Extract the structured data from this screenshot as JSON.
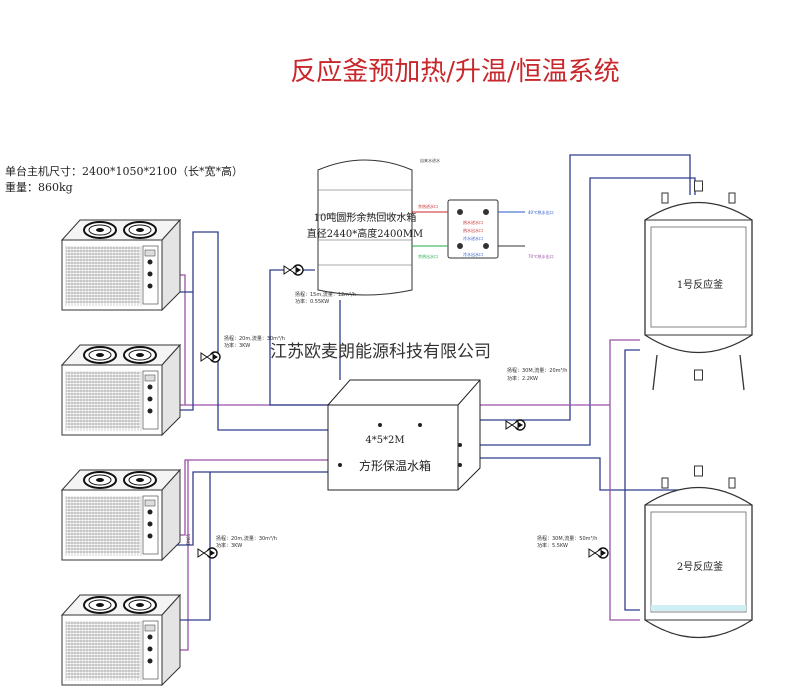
{
  "title": "反应釜预加热/升温/恒温系统",
  "specs": {
    "size": "单台主机尺寸：2400*1050*2100（长*宽*高）",
    "weight": "重量：860kg"
  },
  "recovery_tank": {
    "line1": "10吨圆形余热回收水箱",
    "line2": "直径2440*高度2400MM"
  },
  "square_tank": {
    "dims": "4*5*2M",
    "name": "方形保温水箱"
  },
  "reactors": {
    "r1": "1号反应釜",
    "r2": "2号反应釜"
  },
  "watermark": "江苏欧麦朗能源科技有限公司",
  "pumps": {
    "p_recovery": {
      "l1": "扬程：15m,流量：12m³/h",
      "l2": "功率：0.55KW"
    },
    "p_unit": {
      "l1": "扬程：20m,流量：30m³/h",
      "l2": "功率：3KW"
    },
    "p_reactor1": {
      "l1": "扬程：30M,流量：20m³/h",
      "l2": "功率：2.2KW"
    },
    "p_unit_low": {
      "l1": "扬程：20m,流量：30m³/h",
      "l2": "功率：3KW"
    },
    "p_reactor2": {
      "l1": "扬程：30M,流量：50m³/h",
      "l2": "功率：5.5KW"
    }
  },
  "exchanger_labels": {
    "hot_in": "热水进水口",
    "hot_out": "热水出水口",
    "cold_in": "冷水进水口",
    "cold_out": "冷水出水口",
    "tl": "余热进水口",
    "tr": "40℃热水出口",
    "bl": "余热出水口",
    "br": "70℃热水出口",
    "top": "自来水进水"
  },
  "pipe_label": "DN65"
}
